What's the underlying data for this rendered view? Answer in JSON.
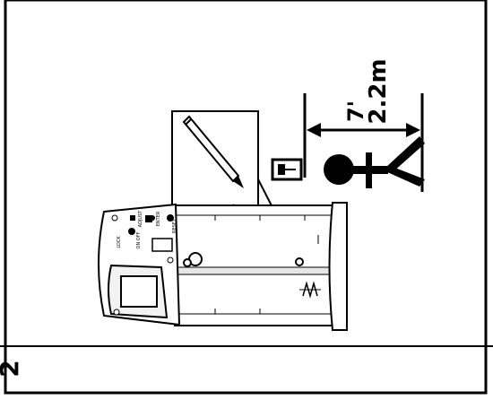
{
  "step_number": "2",
  "height_imperial": "7'",
  "height_metric": "2.2m",
  "device_labels": [
    "LOCK",
    "ON OFF",
    "ADJUST",
    "ENTER",
    "RESET"
  ],
  "colors": {
    "line": "#000000",
    "background": "#ffffff",
    "fill_gray": "#e6e6e6",
    "panel": "#f2f2f2"
  },
  "icons": [
    "pencil-icon",
    "person-icon",
    "wall-switch-icon",
    "spring-icon"
  ]
}
